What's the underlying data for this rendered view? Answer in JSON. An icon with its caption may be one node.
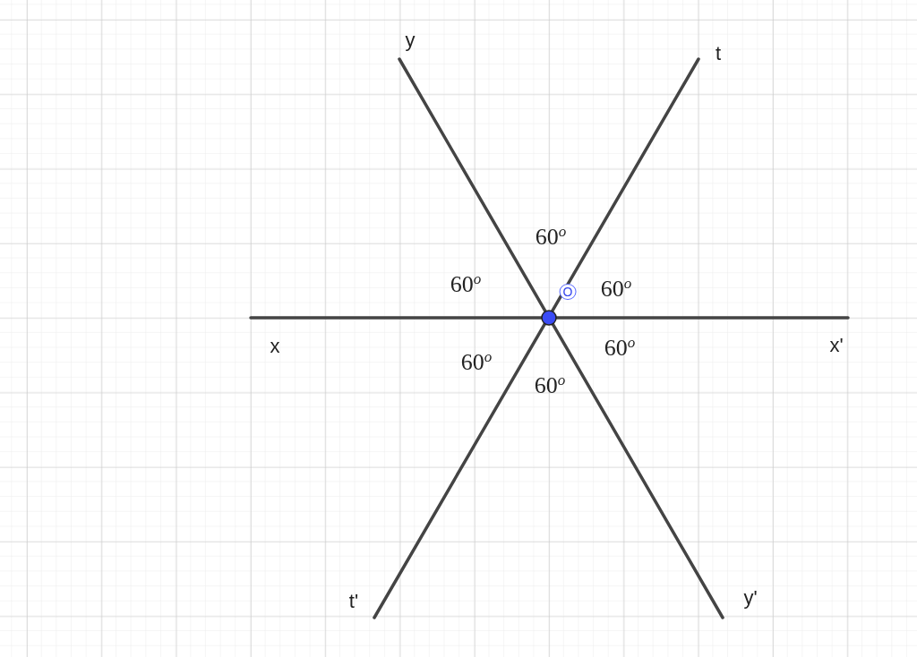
{
  "diagram": {
    "labels": [
      "y",
      "t",
      "60$^{o}$",
      "60$^{o}$",
      "O",
      "60$^{o}$",
      "x",
      "x'",
      "60$^{o}$",
      "60$^{o}$",
      "60$^{o}$",
      "y'",
      "t'"
    ]
  }
}
